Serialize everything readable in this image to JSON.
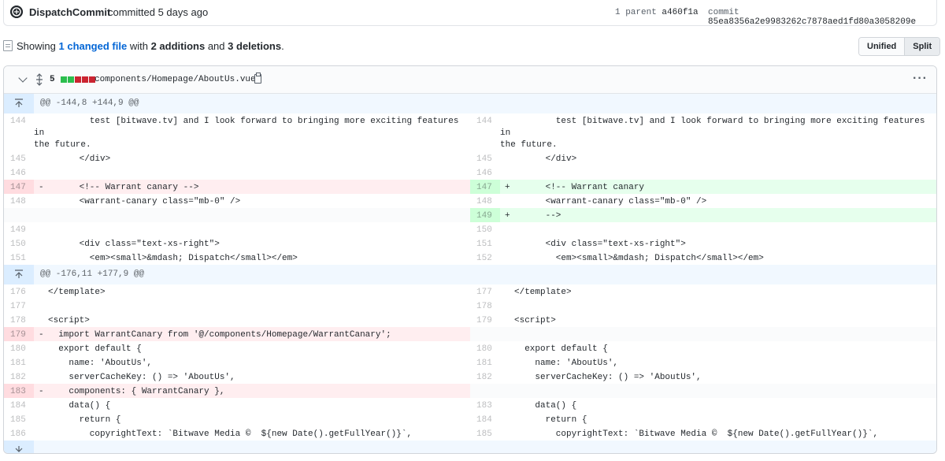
{
  "commit": {
    "author": "DispatchCommit",
    "committed_text": "committed 5 days ago",
    "parent_label": "1 parent",
    "parent_sha": "a460f1a",
    "commit_label": "commit",
    "commit_sha": "85ea8356a2e9983262c7878aed1fd80a3058209e"
  },
  "summary": {
    "showing": "Showing",
    "changed_files": "1 changed file",
    "with": "with",
    "additions": "2 additions",
    "and": "and",
    "deletions": "3 deletions",
    "period": "."
  },
  "view_toggle": {
    "unified": "Unified",
    "split": "Split"
  },
  "file": {
    "change_count": "5",
    "diffstat": [
      "add",
      "add",
      "del",
      "del",
      "del"
    ],
    "path": "components/Homepage/AboutUs.vue",
    "colors": {
      "add": "#2cbe4e",
      "del": "#cb2431",
      "neutral": "#d1d5da"
    }
  },
  "hunks": [
    {
      "header": "@@ -144,8 +144,9 @@",
      "rows": [
        {
          "l": {
            "n": "144",
            "t": "        test [bitwave.tv] and I look forward to bringing more exciting features in\nthe future."
          },
          "r": {
            "n": "144",
            "t": "        test [bitwave.tv] and I look forward to bringing more exciting features in\nthe future."
          }
        },
        {
          "l": {
            "n": "145",
            "t": "      </div>"
          },
          "r": {
            "n": "145",
            "t": "      </div>"
          }
        },
        {
          "l": {
            "n": "146",
            "t": ""
          },
          "r": {
            "n": "146",
            "t": ""
          }
        },
        {
          "l": {
            "n": "147",
            "t": "      <!-- Warrant canary -->",
            "type": "del",
            "m": "-"
          },
          "r": {
            "n": "147",
            "t": "      <!-- Warrant canary",
            "type": "add",
            "m": "+"
          }
        },
        {
          "l": {
            "n": "148",
            "t": "      <warrant-canary class=\"mb-0\" />"
          },
          "r": {
            "n": "148",
            "t": "      <warrant-canary class=\"mb-0\" />"
          }
        },
        {
          "l": {
            "type": "empty"
          },
          "r": {
            "n": "149",
            "t": "      -->",
            "type": "add",
            "m": "+"
          }
        },
        {
          "l": {
            "n": "149",
            "t": ""
          },
          "r": {
            "n": "150",
            "t": ""
          }
        },
        {
          "l": {
            "n": "150",
            "t": "      <div class=\"text-xs-right\">"
          },
          "r": {
            "n": "151",
            "t": "      <div class=\"text-xs-right\">"
          }
        },
        {
          "l": {
            "n": "151",
            "t": "        <em><small>&mdash; Dispatch</small></em>"
          },
          "r": {
            "n": "152",
            "t": "        <em><small>&mdash; Dispatch</small></em>"
          }
        }
      ]
    },
    {
      "header": "@@ -176,11 +177,9 @@",
      "rows": [
        {
          "l": {
            "n": "176",
            "t": "</template>"
          },
          "r": {
            "n": "177",
            "t": "</template>"
          }
        },
        {
          "l": {
            "n": "177",
            "t": ""
          },
          "r": {
            "n": "178",
            "t": ""
          }
        },
        {
          "l": {
            "n": "178",
            "t": "<script>"
          },
          "r": {
            "n": "179",
            "t": "<script>"
          }
        },
        {
          "l": {
            "n": "179",
            "t": "  import WarrantCanary from '@/components/Homepage/WarrantCanary';",
            "type": "del",
            "m": "-"
          },
          "r": {
            "type": "empty"
          }
        },
        {
          "l": {
            "n": "180",
            "t": "  export default {"
          },
          "r": {
            "n": "180",
            "t": "  export default {"
          }
        },
        {
          "l": {
            "n": "181",
            "t": "    name: 'AboutUs',"
          },
          "r": {
            "n": "181",
            "t": "    name: 'AboutUs',"
          }
        },
        {
          "l": {
            "n": "182",
            "t": "    serverCacheKey: () => 'AboutUs',"
          },
          "r": {
            "n": "182",
            "t": "    serverCacheKey: () => 'AboutUs',"
          }
        },
        {
          "l": {
            "n": "183",
            "t": "    components: { WarrantCanary },",
            "type": "del",
            "m": "-"
          },
          "r": {
            "type": "empty"
          }
        },
        {
          "l": {
            "n": "184",
            "t": "    data() {"
          },
          "r": {
            "n": "183",
            "t": "    data() {"
          }
        },
        {
          "l": {
            "n": "185",
            "t": "      return {"
          },
          "r": {
            "n": "184",
            "t": "      return {"
          }
        },
        {
          "l": {
            "n": "186",
            "t": "        copyrightText: `Bitwave Media ©  ${new Date().getFullYear()}`,"
          },
          "r": {
            "n": "185",
            "t": "        copyrightText: `Bitwave Media ©  ${new Date().getFullYear()}`,"
          }
        }
      ]
    }
  ]
}
